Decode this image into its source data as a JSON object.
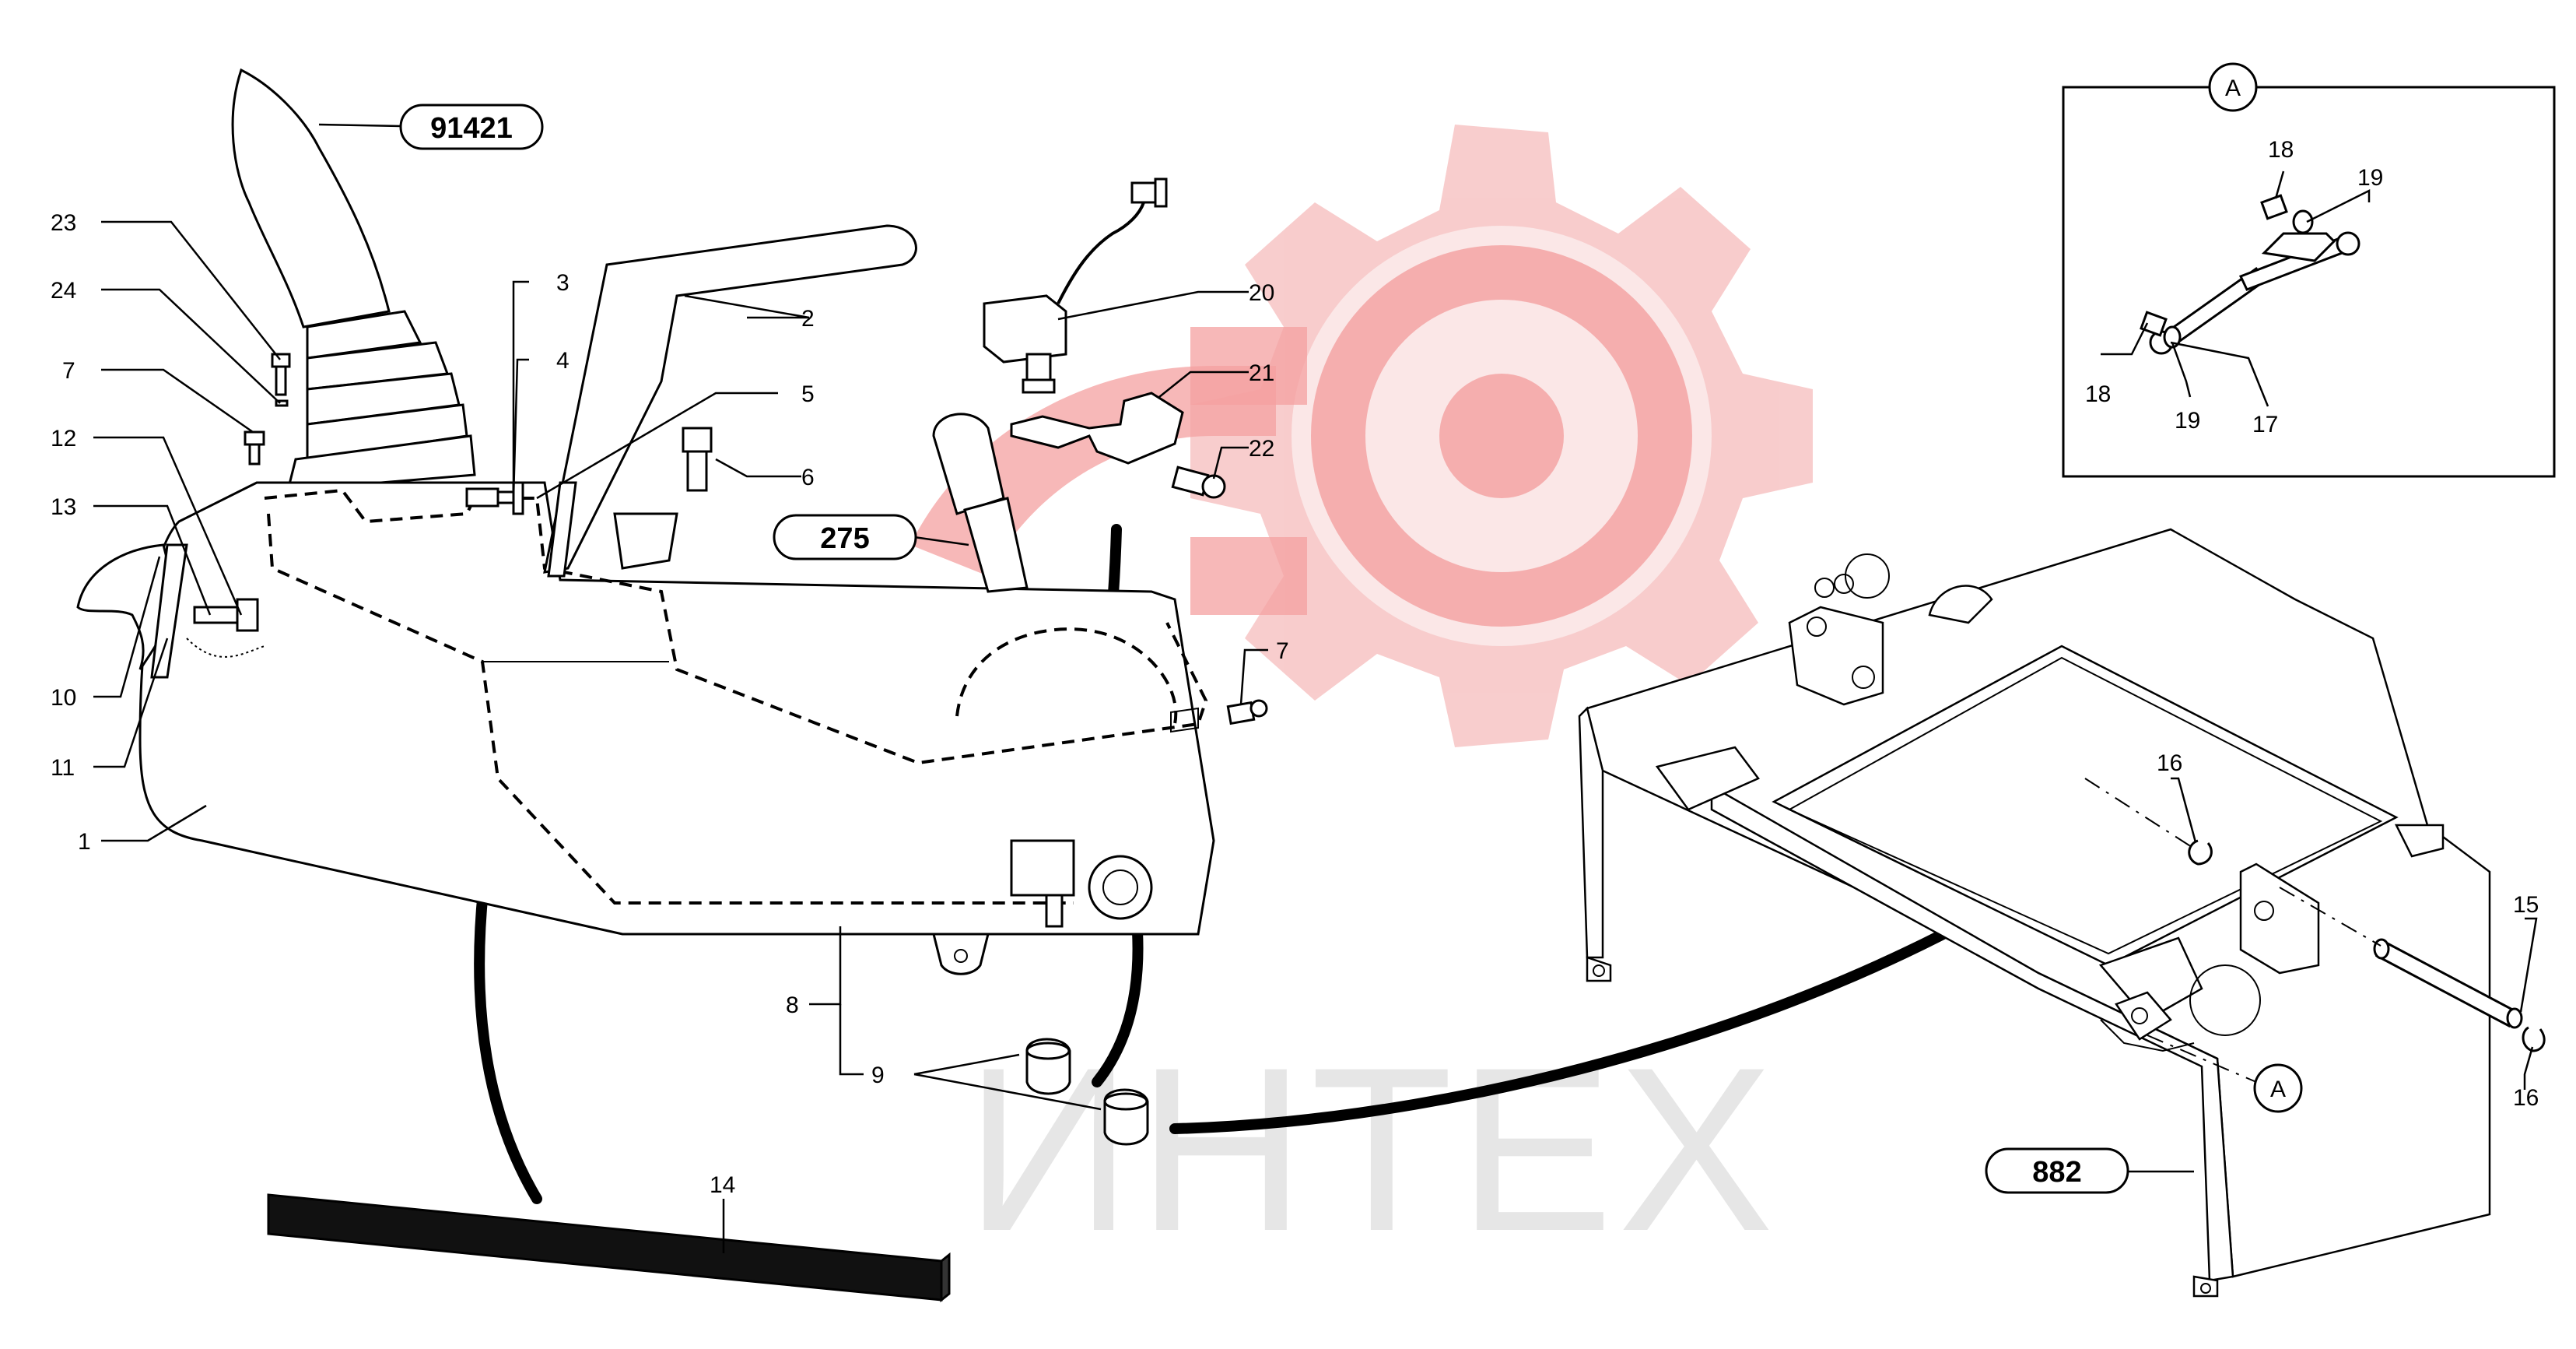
{
  "watermark": {
    "text": "ИНТЕХ",
    "color": "#f4a0a0"
  },
  "refs": {
    "a": "91421",
    "b": "275",
    "c": "882"
  },
  "labels": {
    "n1": "1",
    "n2": "2",
    "n3": "3",
    "n4": "4",
    "n5": "5",
    "n6": "6",
    "n7a": "7",
    "n7b": "7",
    "n8": "8",
    "n9": "9",
    "n10": "10",
    "n11": "11",
    "n12": "12",
    "n13": "13",
    "n14": "14",
    "n15": "15",
    "n16a": "16",
    "n16b": "16",
    "n17": "17",
    "n18a": "18",
    "n18b": "18",
    "n19a": "19",
    "n19b": "19",
    "n20": "20",
    "n21": "21",
    "n22": "22",
    "n23": "23",
    "n24": "24"
  },
  "detail": {
    "marker": "A",
    "marker2": "A"
  },
  "icons": {
    "gear": "gear-watermark-icon",
    "phone": "phone-watermark-icon"
  }
}
